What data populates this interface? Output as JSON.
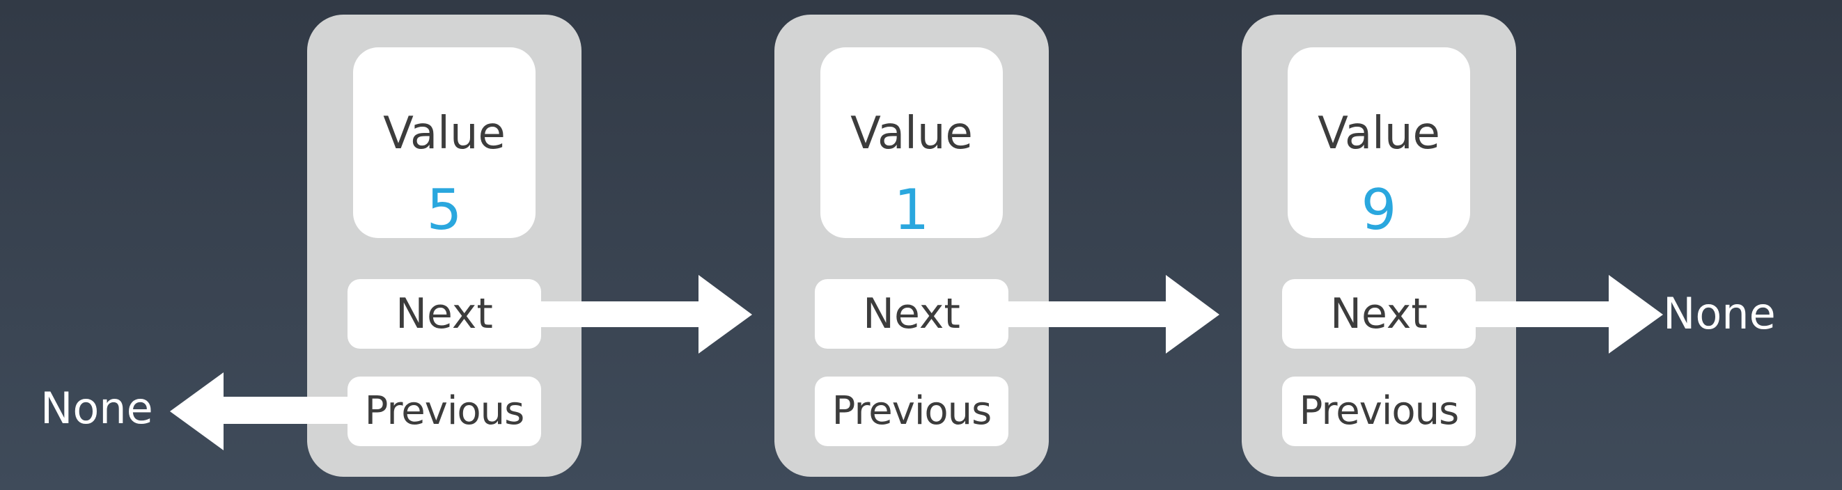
{
  "nodes": [
    {
      "value_label": "Value",
      "value": "5",
      "next_label": "Next",
      "previous_label": "Previous"
    },
    {
      "value_label": "Value",
      "value": "1",
      "next_label": "Next",
      "previous_label": "Previous"
    },
    {
      "value_label": "Value",
      "value": "9",
      "next_label": "Next",
      "previous_label": "Previous"
    }
  ],
  "terminals": {
    "left": "None",
    "right": "None"
  },
  "colors": {
    "background_top": "#323a46",
    "background_bottom": "#3f4b5a",
    "node": "#d3d4d4",
    "box": "#ffffff",
    "value_number": "#2aa7de",
    "text": "#3c3c3c",
    "arrow": "#ffffff"
  }
}
